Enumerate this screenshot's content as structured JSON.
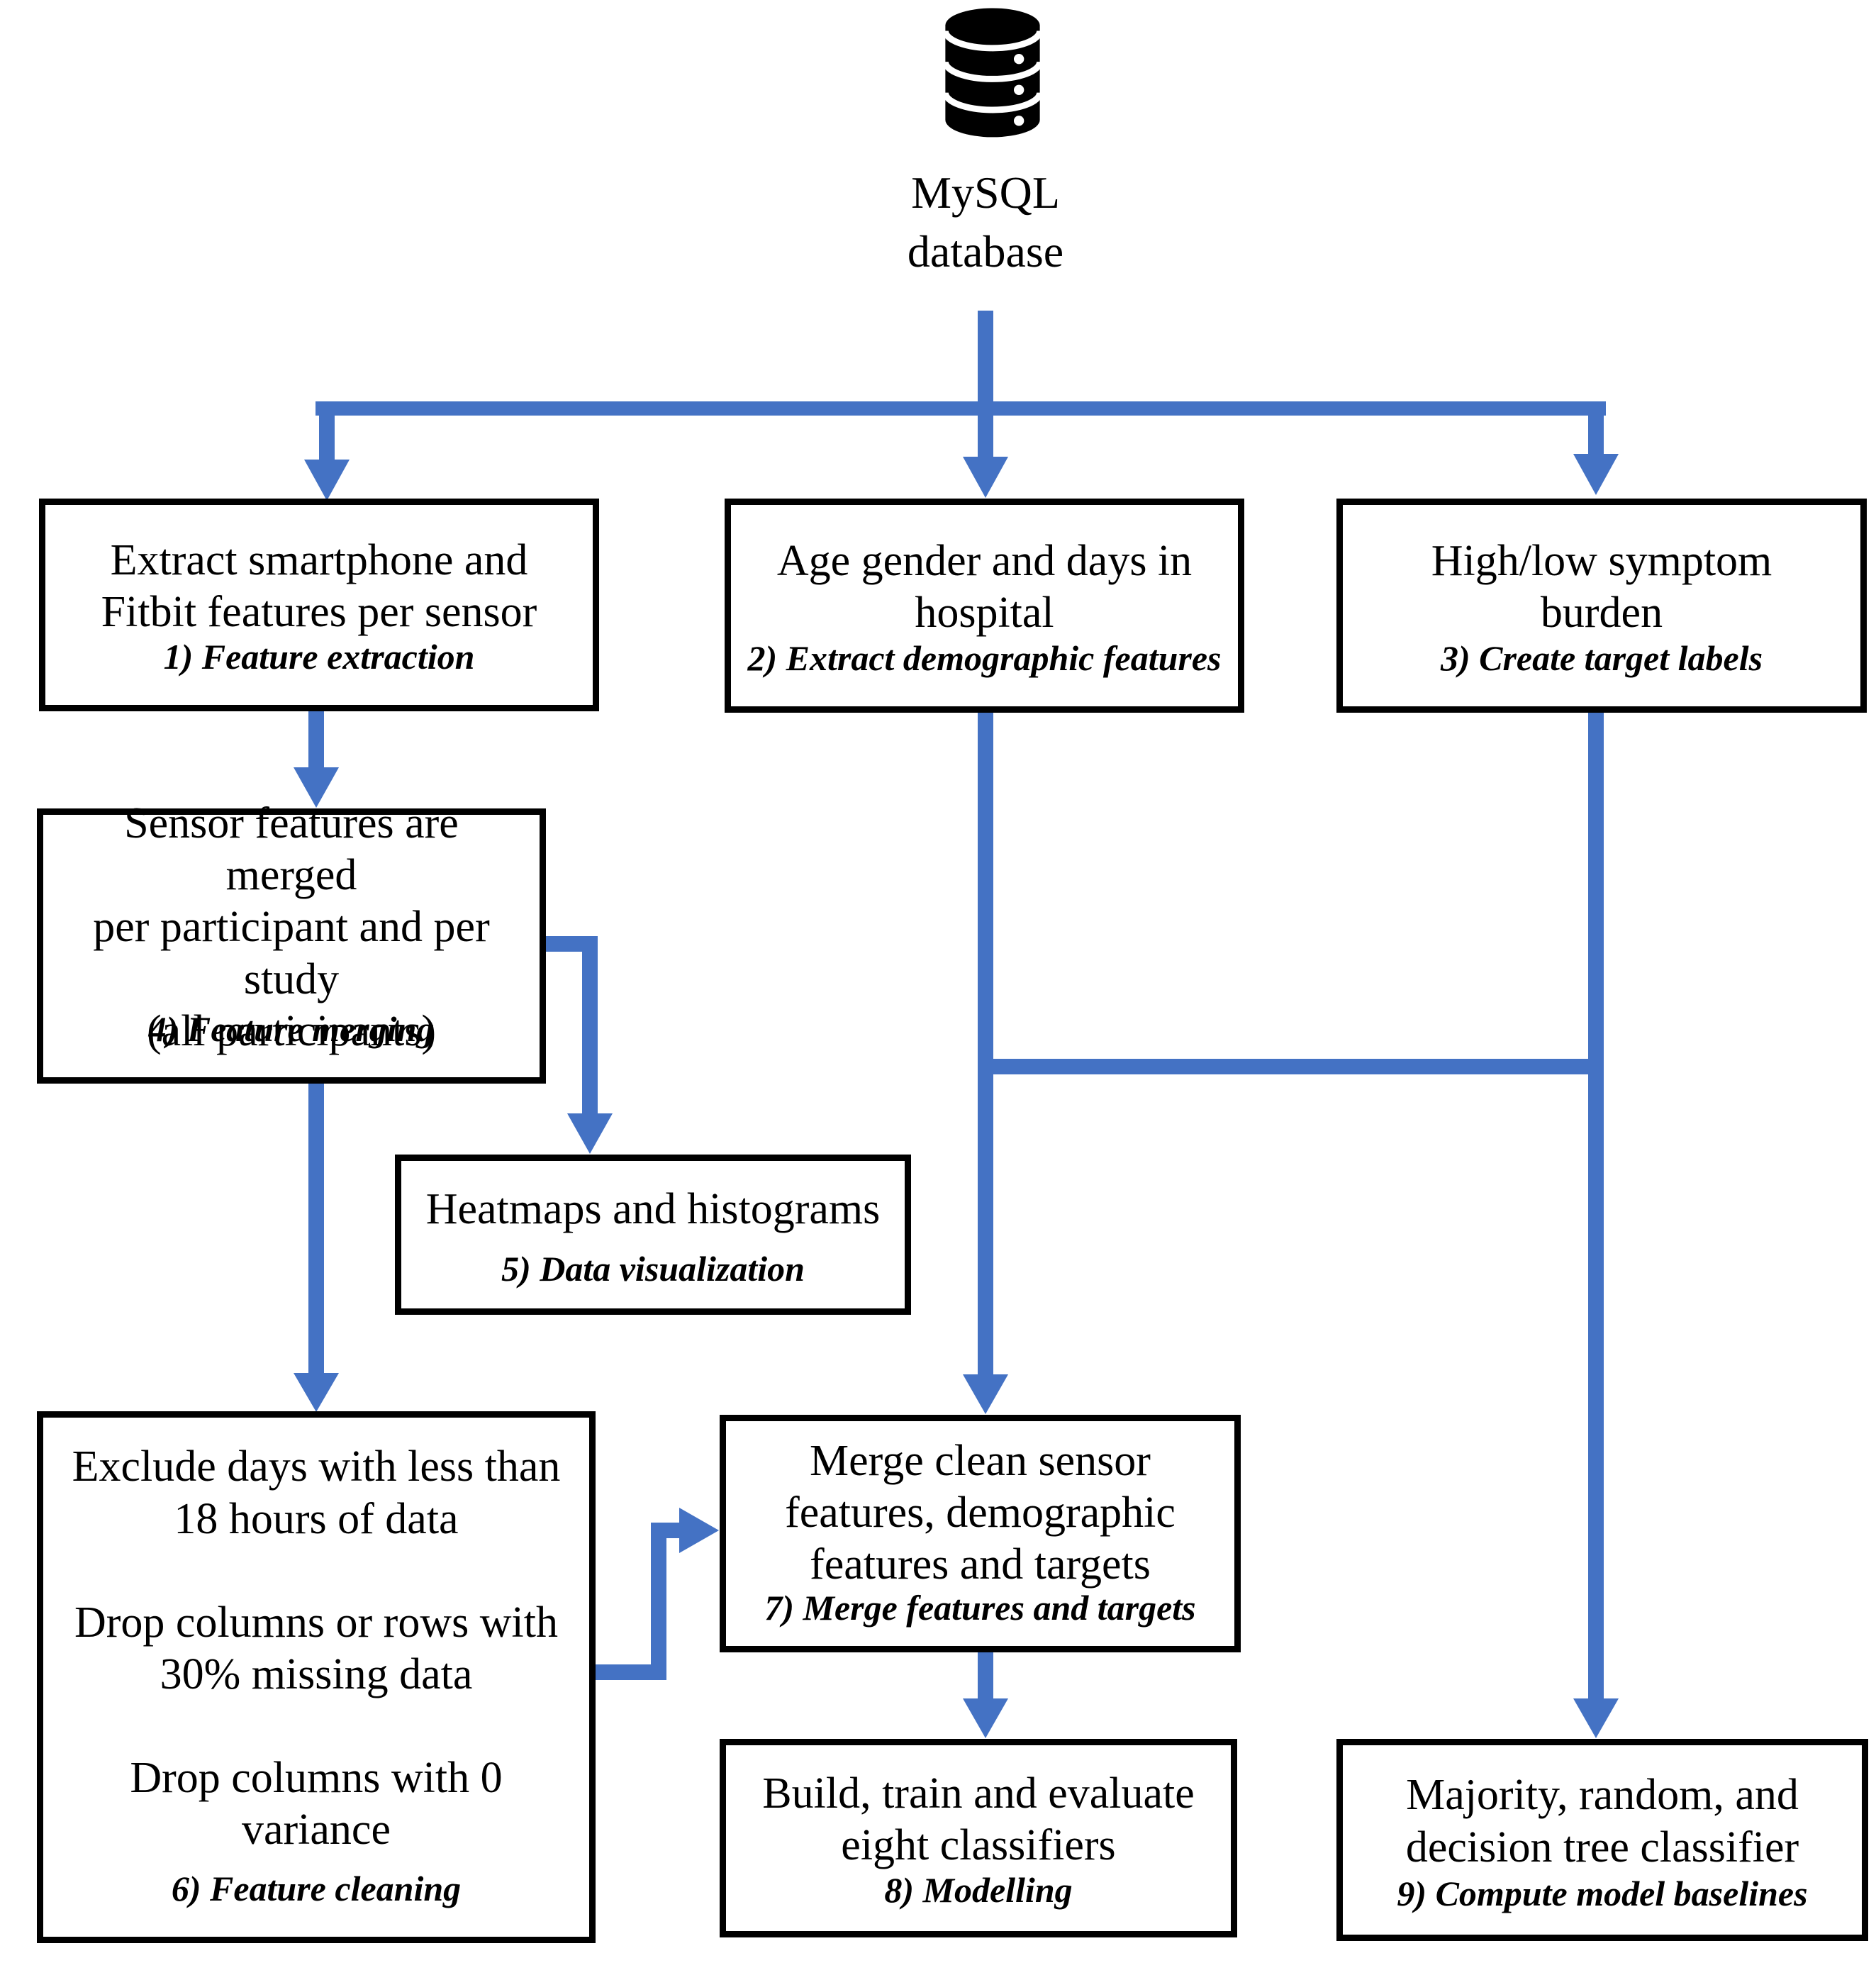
{
  "colors": {
    "accent": "#4472C4",
    "border": "#000000",
    "background": "#FFFFFF",
    "text": "#000000"
  },
  "database": {
    "icon": "database-icon",
    "label": "MySQL\ndatabase"
  },
  "boxes": [
    {
      "id": "feature-extraction",
      "main": "Extract smartphone and\nFitbit features per sensor",
      "caption": "1) Feature extraction"
    },
    {
      "id": "demographic-features",
      "main": "Age gender and days in\nhospital",
      "caption": "2) Extract demographic features"
    },
    {
      "id": "target-labels",
      "main": "High/low symptom\nburden",
      "caption": "3) Create target labels"
    },
    {
      "id": "feature-merging",
      "main": "Sensor features are merged\nper participant and per study\n(all participants)",
      "caption": "4) Feature merging"
    },
    {
      "id": "data-visualization",
      "main": "Heatmaps and histograms",
      "caption": "5) Data visualization"
    },
    {
      "id": "feature-cleaning",
      "main": "Exclude days with less than\n18 hours of data\n\nDrop columns or rows with\n30% missing data\n\nDrop columns with 0\nvariance",
      "caption": "6) Feature cleaning"
    },
    {
      "id": "merge-features-targets",
      "main": "Merge clean sensor\nfeatures, demographic\nfeatures and targets",
      "caption": "7) Merge features and targets"
    },
    {
      "id": "modelling",
      "main": "Build, train and evaluate\neight classifiers",
      "caption": "8) Modelling"
    },
    {
      "id": "model-baselines",
      "main": "Majority, random, and\ndecision tree classifier",
      "caption": "9) Compute model baselines"
    }
  ]
}
